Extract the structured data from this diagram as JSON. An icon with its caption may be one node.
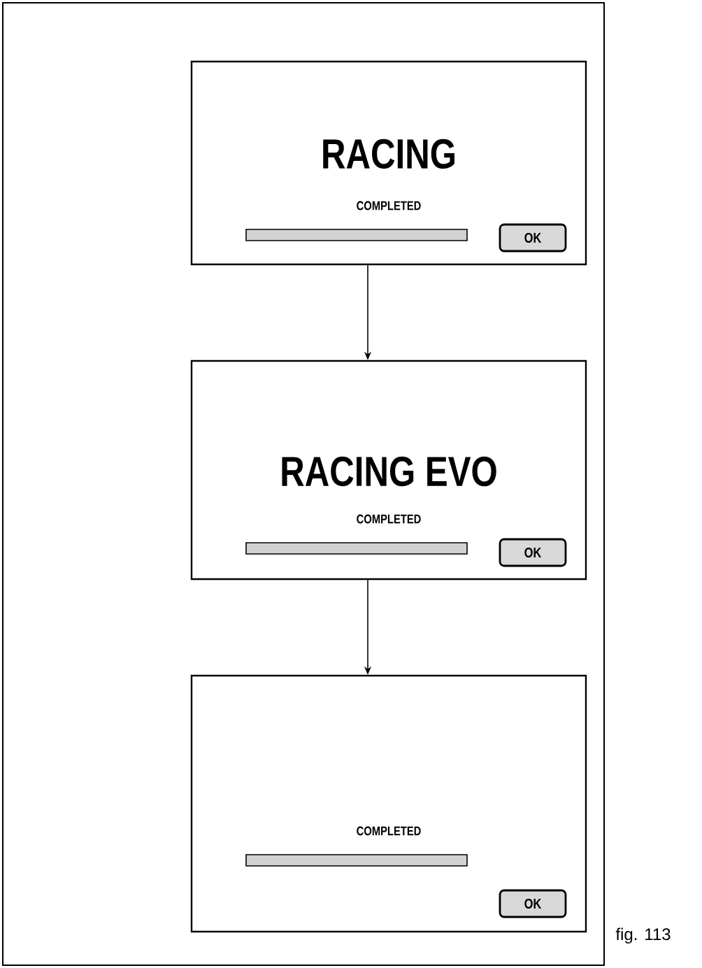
{
  "diagram": {
    "nodes": [
      {
        "text": [
          "RACING",
          "COMPLETED"
        ]
      },
      {
        "text": [
          "OK"
        ],
        "in": 0
      },
      {
        "text": [
          "RACING EVO",
          "COMPLETED"
        ]
      },
      {
        "text": [
          "OK"
        ],
        "in": 2
      },
      {
        "text": [
          "COMPLETED"
        ]
      },
      {
        "text": [
          "OK"
        ],
        "in": 4
      }
    ],
    "edges": [
      {
        "from": 0,
        "to": 2,
        "arrow": "to"
      },
      {
        "from": 2,
        "to": 4,
        "arrow": "to"
      }
    ],
    "labels": [
      "fig. 113"
    ]
  }
}
